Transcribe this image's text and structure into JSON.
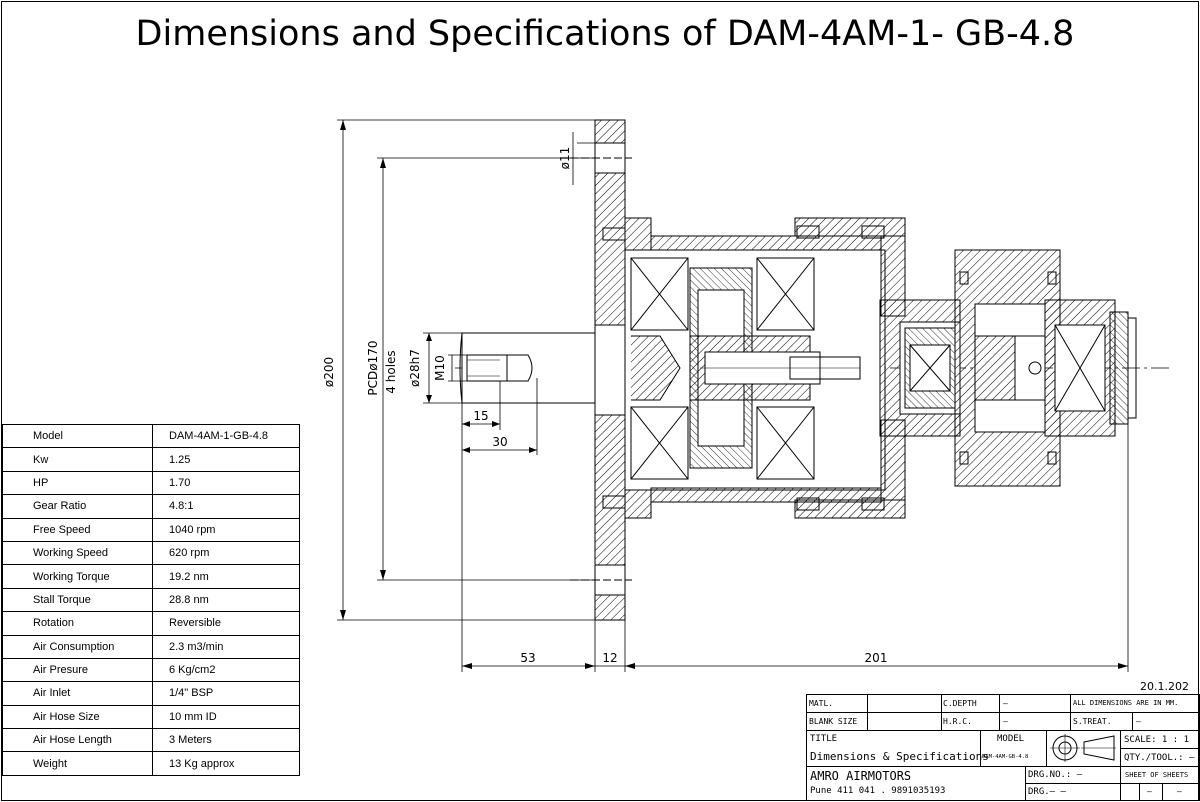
{
  "title": "Dimensions and Specifications of DAM-4AM-1- GB-4.8",
  "specs": [
    {
      "label": "Model",
      "value": "DAM-4AM-1-GB-4.8"
    },
    {
      "label": "Kw",
      "value": "1.25"
    },
    {
      "label": "HP",
      "value": "1.70"
    },
    {
      "label": "Gear Ratio",
      "value": "4.8:1"
    },
    {
      "label": "Free Speed",
      "value": "1040 rpm"
    },
    {
      "label": "Working Speed",
      "value": "620 rpm"
    },
    {
      "label": "Working Torque",
      "value": "19.2 nm"
    },
    {
      "label": "Stall Torque",
      "value": "28.8 nm"
    },
    {
      "label": "Rotation",
      "value": "Reversible"
    },
    {
      "label": "Air Consumption",
      "value": "2.3 m3/min"
    },
    {
      "label": "Air Presure",
      "value": "6 Kg/cm2"
    },
    {
      "label": "Air Inlet",
      "value": "1/4\" BSP"
    },
    {
      "label": "Air Hose Size",
      "value": "10 mm ID"
    },
    {
      "label": "Air Hose Length",
      "value": "3 Meters"
    },
    {
      "label": "Weight",
      "value": "13 Kg approx"
    }
  ],
  "dimensions": {
    "d200": "ø200",
    "pcd": "PCDø170",
    "holes": "4 holes",
    "d28": "ø28h7",
    "m10": "M10",
    "d11": "ø11",
    "l15": "15",
    "l30": "30",
    "l53": "53",
    "l12": "12",
    "l201": "201"
  },
  "date": "20.1.202",
  "title_block": {
    "matl": "MATL.",
    "blank_size": "BLANK SIZE",
    "c_depth": "C.DEPTH",
    "c_depth_val": "–",
    "hrc": "H.R.C.",
    "hrc_val": "–",
    "all_dims": "ALL DIMENSIONS ARE IN MM.",
    "s_treat": "S.TREAT.",
    "s_treat_val": "–",
    "title_label": "TITLE",
    "title_value": "Dimensions & Specifications",
    "model_label": "MODEL",
    "model_value": "DAM-4AM-GB-4.8",
    "scale": "SCALE: 1 : 1",
    "qty": "QTY./TOOL.: –",
    "company": "AMRO AIRMOTORS",
    "address": "Pune 411 041 . 9891035193",
    "drg_no": "DRG.NO.: –",
    "sheet": "SHEET OF SHEETS",
    "drg": "DRG.– –",
    "sheet_a": "–",
    "sheet_b": "–"
  }
}
